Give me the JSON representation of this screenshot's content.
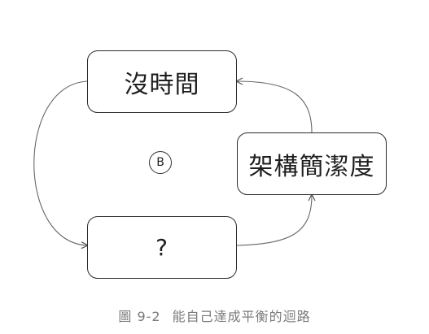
{
  "diagram": {
    "nodes": [
      {
        "id": "top",
        "label": "沒時間"
      },
      {
        "id": "right",
        "label": "架構簡潔度"
      },
      {
        "id": "bottom",
        "label": "?"
      }
    ],
    "edges": [
      {
        "from": "right",
        "to": "top"
      },
      {
        "from": "top",
        "to": "bottom"
      },
      {
        "from": "bottom",
        "to": "right"
      }
    ],
    "loop_badge": "B",
    "caption": {
      "number": "圖 9-2",
      "text": "能自己達成平衡的迴路"
    }
  }
}
